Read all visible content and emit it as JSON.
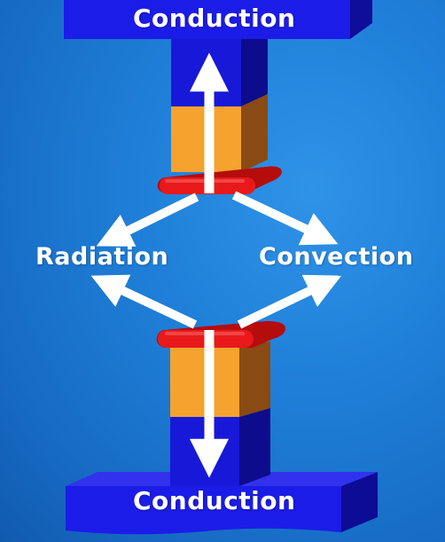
{
  "labels": {
    "conduction_top": "Conduction",
    "radiation": "Radiation",
    "convection": "Convection",
    "conduction_bottom": "Conduction"
  },
  "colors": {
    "background": "#1f7fd8",
    "block_blue": "#1a1ae6",
    "block_orange": "#f5a030",
    "contact_red": "#e51616",
    "arrow_white": "#ffffff",
    "text_white": "#ffffff"
  }
}
